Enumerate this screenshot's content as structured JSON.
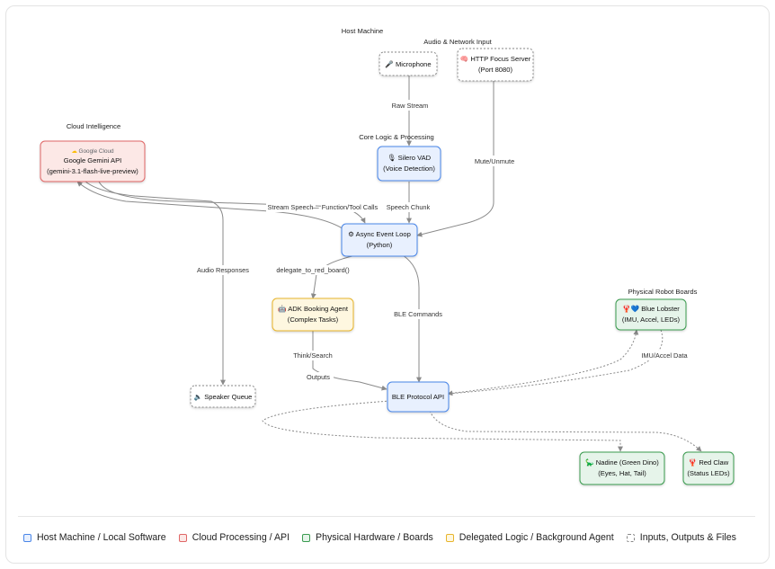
{
  "groups": {
    "host": "Host Machine",
    "audio_network": "Audio & Network Input",
    "cloud": "Cloud Intelligence",
    "core": "Core Logic & Processing",
    "robots": "Physical Robot Boards"
  },
  "nodes": {
    "microphone": {
      "icon": "🎤",
      "label": "Microphone"
    },
    "http_server": {
      "icon": "🧠",
      "line1": "HTTP Focus Server",
      "line2": "(Port 8080)"
    },
    "gemini": {
      "brand": "Google Cloud",
      "line1": "Google Gemini API",
      "line2": "(gemini-3.1-flash-live-preview)"
    },
    "vad": {
      "icon": "🎙",
      "line1": "Silero VAD",
      "line2": "(Voice Detection)"
    },
    "event_loop": {
      "icon": "⚙",
      "line1": "Async Event Loop",
      "line2": "(Python)"
    },
    "adk": {
      "icon": "🤖",
      "line1": "ADK Booking Agent",
      "line2": "(Complex Tasks)"
    },
    "blue_lobster": {
      "icon": "🦞💙",
      "line1": "Blue Lobster",
      "line2": "(IMU, Accel, LEDs)"
    },
    "speaker": {
      "icon": "🔈",
      "label": "Speaker Queue"
    },
    "ble_api": {
      "label": "BLE Protocol API"
    },
    "nadine": {
      "icon": "🦕",
      "line1": "Nadine (Green Dino)",
      "line2": "(Eyes, Hat, Tail)"
    },
    "red_claw": {
      "icon": "🦞",
      "line1": "Red Claw",
      "line2": "(Status LEDs)"
    }
  },
  "edges": {
    "raw_stream": "Raw Stream",
    "mute_unmute": "Mute/Unmute",
    "stream_speech": "Stream Speech",
    "function_calls": "Function/Tool Calls",
    "speech_chunk": "Speech Chunk",
    "audio_responses": "Audio Responses",
    "delegate": "delegate_to_red_board()",
    "ble_commands": "BLE Commands",
    "think_search": "Think/Search",
    "outputs": "Outputs",
    "imu_accel": "IMU/Accel Data"
  },
  "legend": [
    {
      "label": "Host Machine / Local Software",
      "color": "#4a86e8",
      "dashed": false
    },
    {
      "label": "Cloud Processing / API",
      "color": "#e06666",
      "dashed": false
    },
    {
      "label": "Physical Hardware / Boards",
      "color": "#3a9b4f",
      "dashed": false
    },
    {
      "label": "Delegated Logic / Background Agent",
      "color": "#e8b52c",
      "dashed": false
    },
    {
      "label": "Inputs, Outputs & Files",
      "color": "#888888",
      "dashed": true
    }
  ],
  "colors": {
    "host_fill": "#e8f0fe",
    "host_stroke": "#4a86e8",
    "cloud_fill": "#fce8e6",
    "cloud_stroke": "#e06666",
    "hw_fill": "#e6f4ea",
    "hw_stroke": "#3a9b4f",
    "agent_fill": "#fef7e0",
    "agent_stroke": "#e8b52c",
    "io_fill": "#ffffff",
    "io_stroke": "#888888",
    "edge": "#8a8a8a"
  }
}
